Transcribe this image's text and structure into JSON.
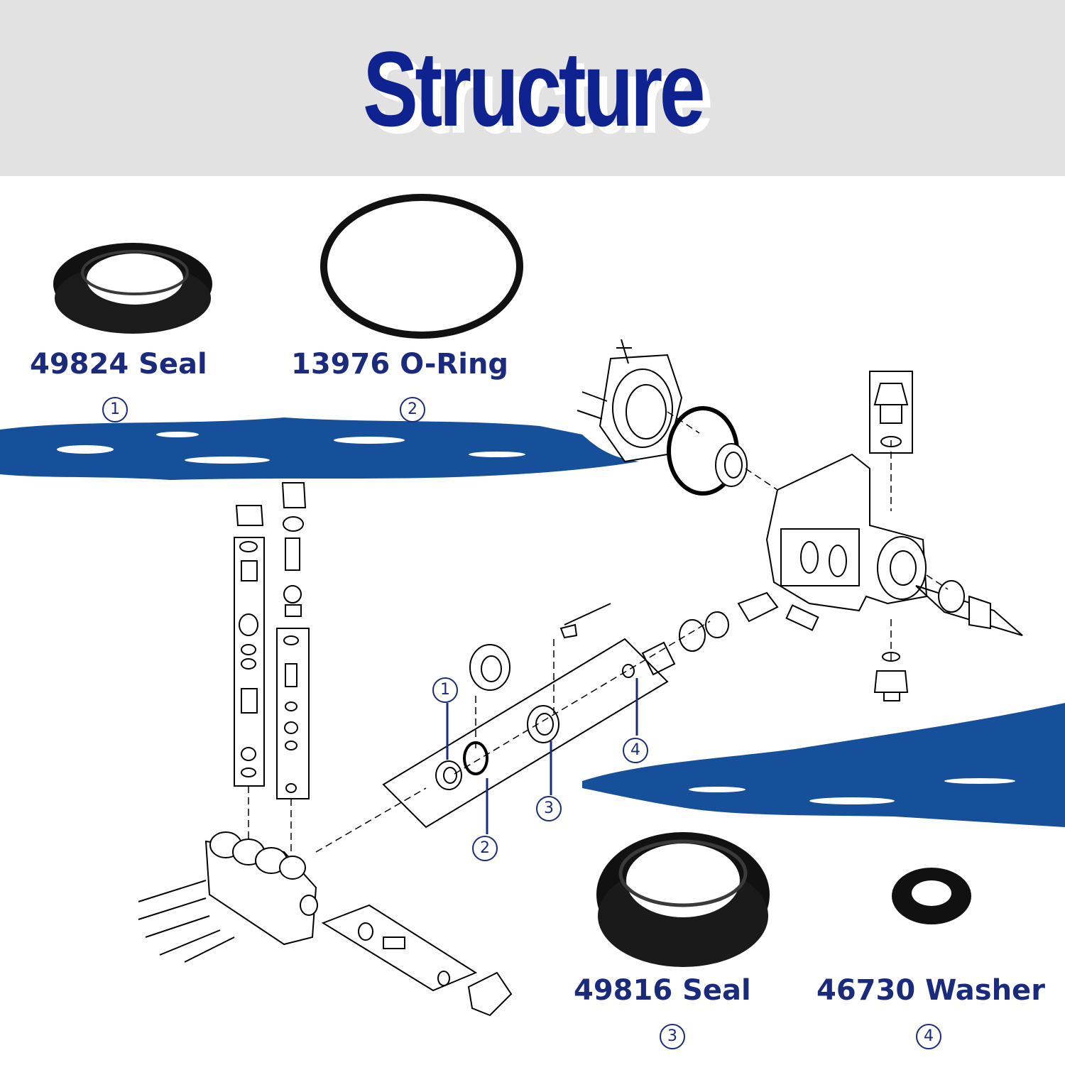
{
  "title": "Structure",
  "parts": [
    {
      "label": "49824 Seal",
      "number": "1"
    },
    {
      "label": "13976 O-Ring",
      "number": "2"
    },
    {
      "label": "49816 Seal",
      "number": "3"
    },
    {
      "label": "46730 Washer",
      "number": "4"
    }
  ],
  "callouts": [
    "1",
    "2",
    "3",
    "4"
  ],
  "colors": {
    "title": "#0e2390",
    "brush": "#17509a",
    "label": "#1a2b7e",
    "header_bg": "#e2e2e2"
  }
}
